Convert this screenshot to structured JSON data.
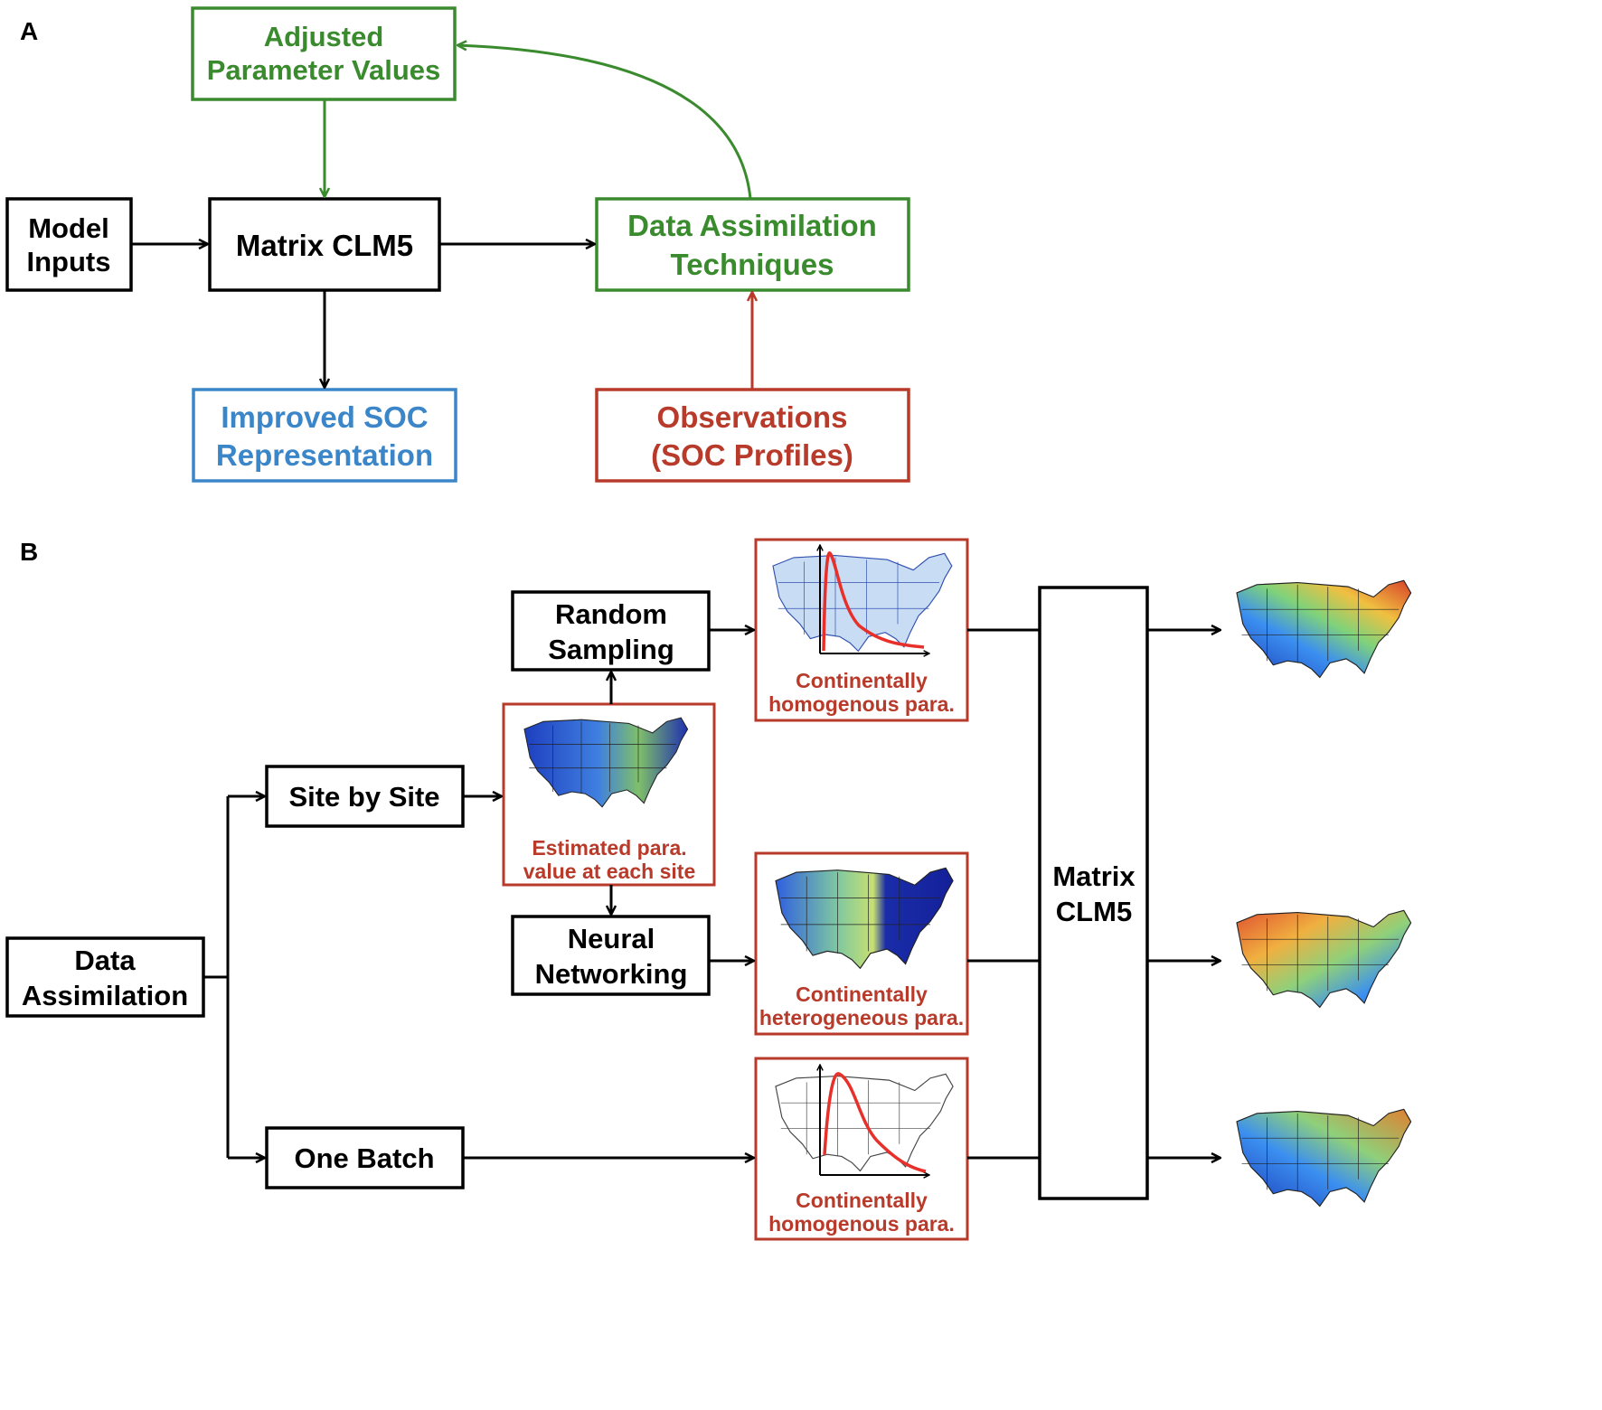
{
  "colors": {
    "black": "#000000",
    "green": "#3a8a2e",
    "blue": "#3a86c8",
    "red": "#b83a2a",
    "curve": "#e8302a"
  },
  "panel_a": {
    "label": "A",
    "adjusted": [
      "Adjusted",
      "Parameter Values"
    ],
    "model_inputs": [
      "Model",
      "Inputs"
    ],
    "matrix": "Matrix CLM5",
    "data_assim": [
      "Data Assimilation",
      "Techniques"
    ],
    "improved": [
      "Improved SOC",
      "Representation"
    ],
    "observations": [
      "Observations",
      "(SOC Profiles)"
    ]
  },
  "panel_b": {
    "label": "B",
    "data_assimilation": [
      "Data",
      "Assimilation"
    ],
    "site_by_site": "Site by Site",
    "one_batch": "One Batch",
    "random_sampling": [
      "Random",
      "Sampling"
    ],
    "neural_networking": [
      "Neural",
      "Networking"
    ],
    "matrix_clm5": [
      "Matrix",
      "CLM5"
    ],
    "estimated_caption": [
      "Estimated para.",
      "value at each site"
    ],
    "homog_caption_1": [
      "Continentally",
      "homogenous para."
    ],
    "hetero_caption": [
      "Continentally",
      "heterogeneous para."
    ],
    "homog_caption_2": [
      "Continentally",
      "homogenous para."
    ]
  },
  "icons": {
    "maps": [
      "us-map-thumbnail",
      "distribution-curve"
    ]
  }
}
